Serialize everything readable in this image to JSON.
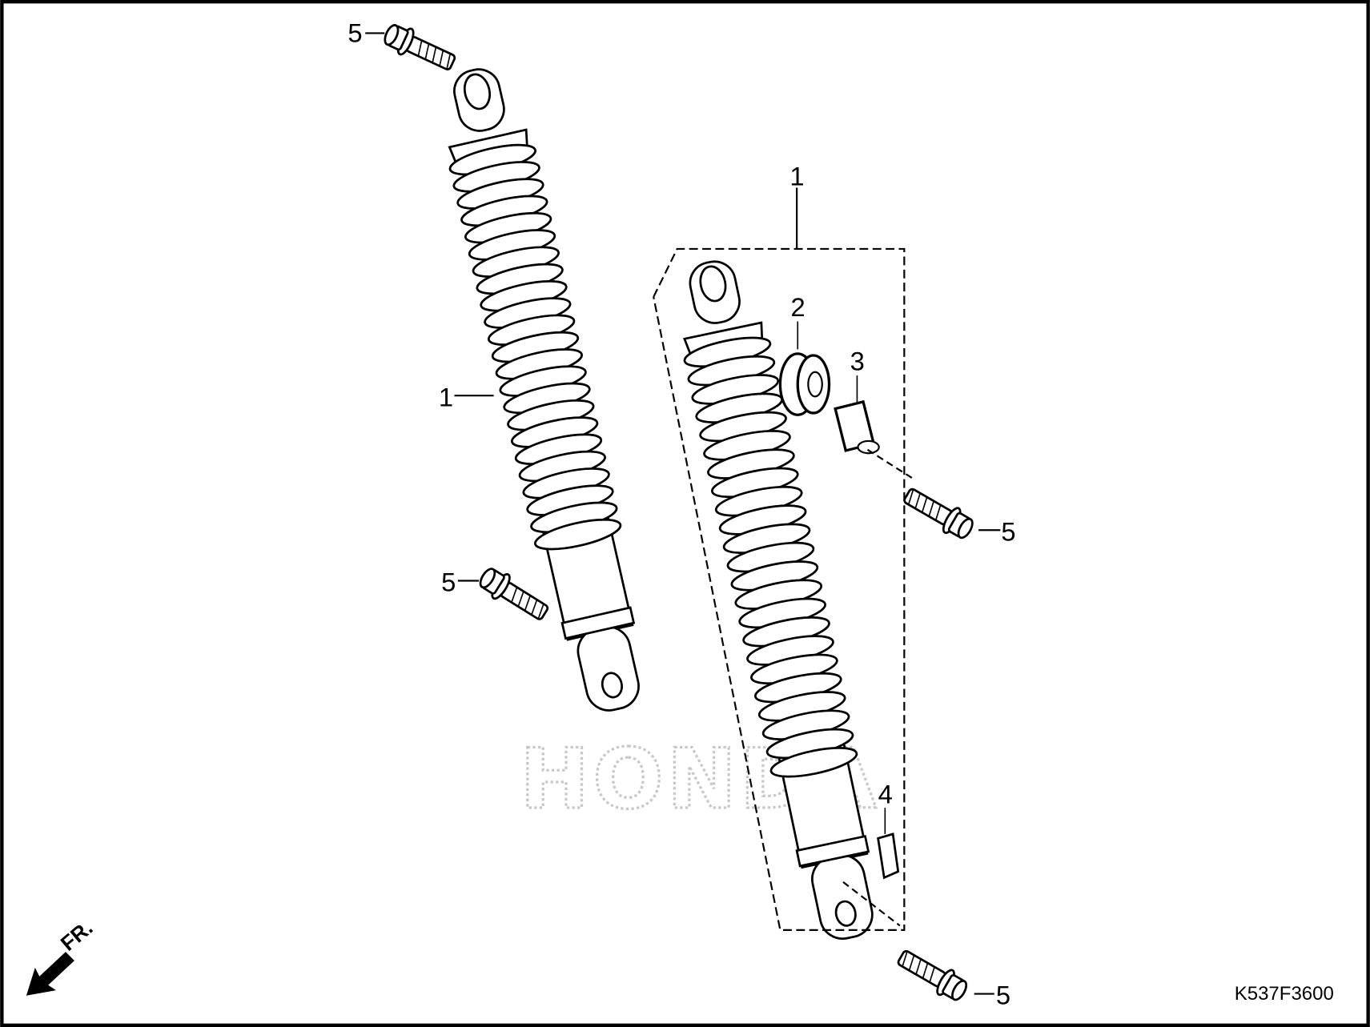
{
  "diagram": {
    "callouts": {
      "bolt_top_left": "5",
      "shock_left": "1",
      "bolt_mid_left": "5",
      "shock_assembly": "1",
      "bushing": "2",
      "collar": "3",
      "nut": "4",
      "bolt_right_upper": "5",
      "bolt_right_lower": "5"
    },
    "direction_label": "FR.",
    "part_code": "K537F3600",
    "watermark": "HONDA",
    "colors": {
      "line": "#000000",
      "watermark": "#c8c8c8",
      "border": "#000000"
    }
  }
}
